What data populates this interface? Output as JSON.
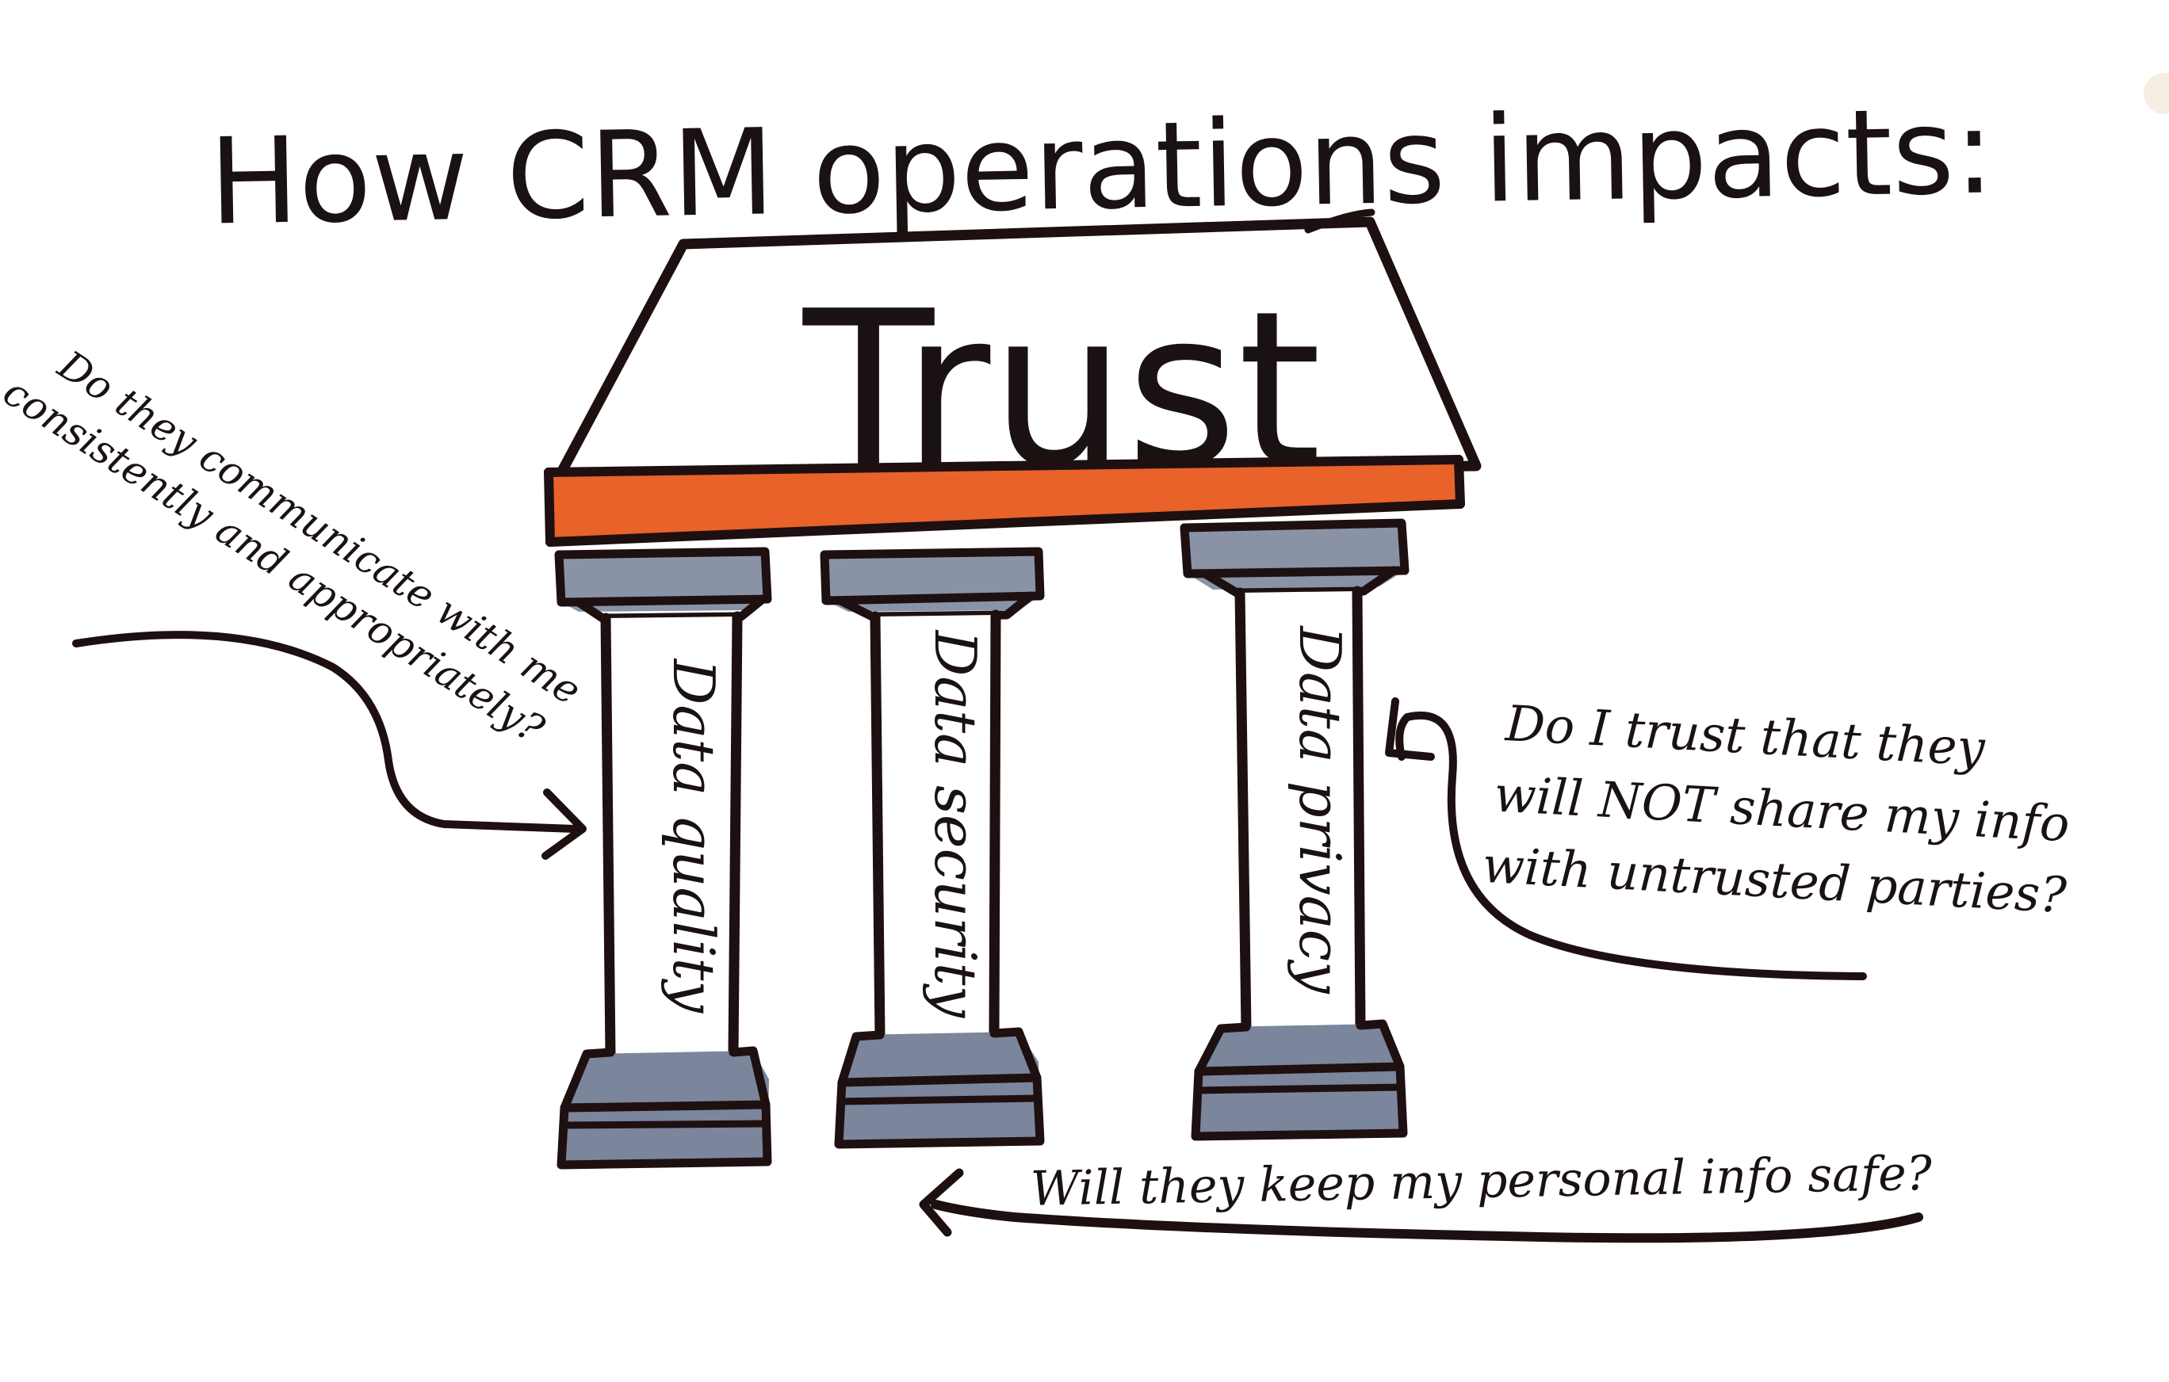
{
  "title": "How CRM operations impacts:",
  "roof_label": "Trust",
  "pillars": [
    {
      "label": "Data quality"
    },
    {
      "label": "Data security"
    },
    {
      "label": "Data privacy"
    }
  ],
  "annotations": {
    "quality": {
      "lines": [
        "Do they communicate with me",
        "consistently and appropriately?"
      ]
    },
    "privacy": {
      "lines": [
        "Do I trust that they",
        "will NOT share my info",
        "with untrusted parties?"
      ]
    },
    "security": {
      "lines": [
        "Will they keep my personal info safe?"
      ]
    }
  },
  "colors": {
    "ink": "#1e1010",
    "beam": "#e8622a",
    "stone": "#8a93a6",
    "stone_dark": "#6f7a90",
    "paper": "#ffffff"
  }
}
